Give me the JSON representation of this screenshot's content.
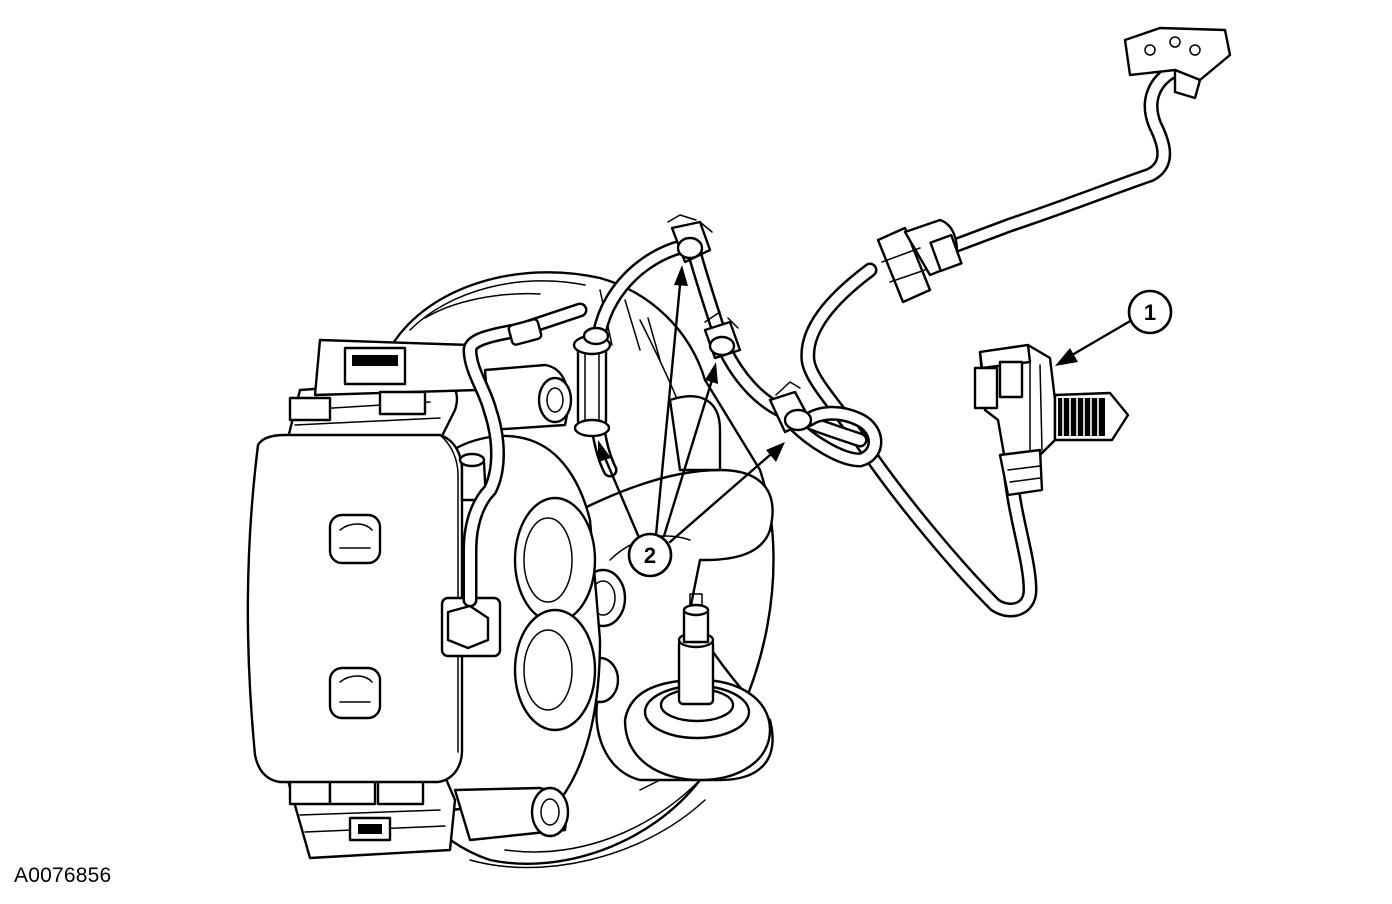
{
  "figure": {
    "id_label": "A0076856"
  },
  "callouts": [
    {
      "number": "1"
    },
    {
      "number": "2"
    }
  ]
}
